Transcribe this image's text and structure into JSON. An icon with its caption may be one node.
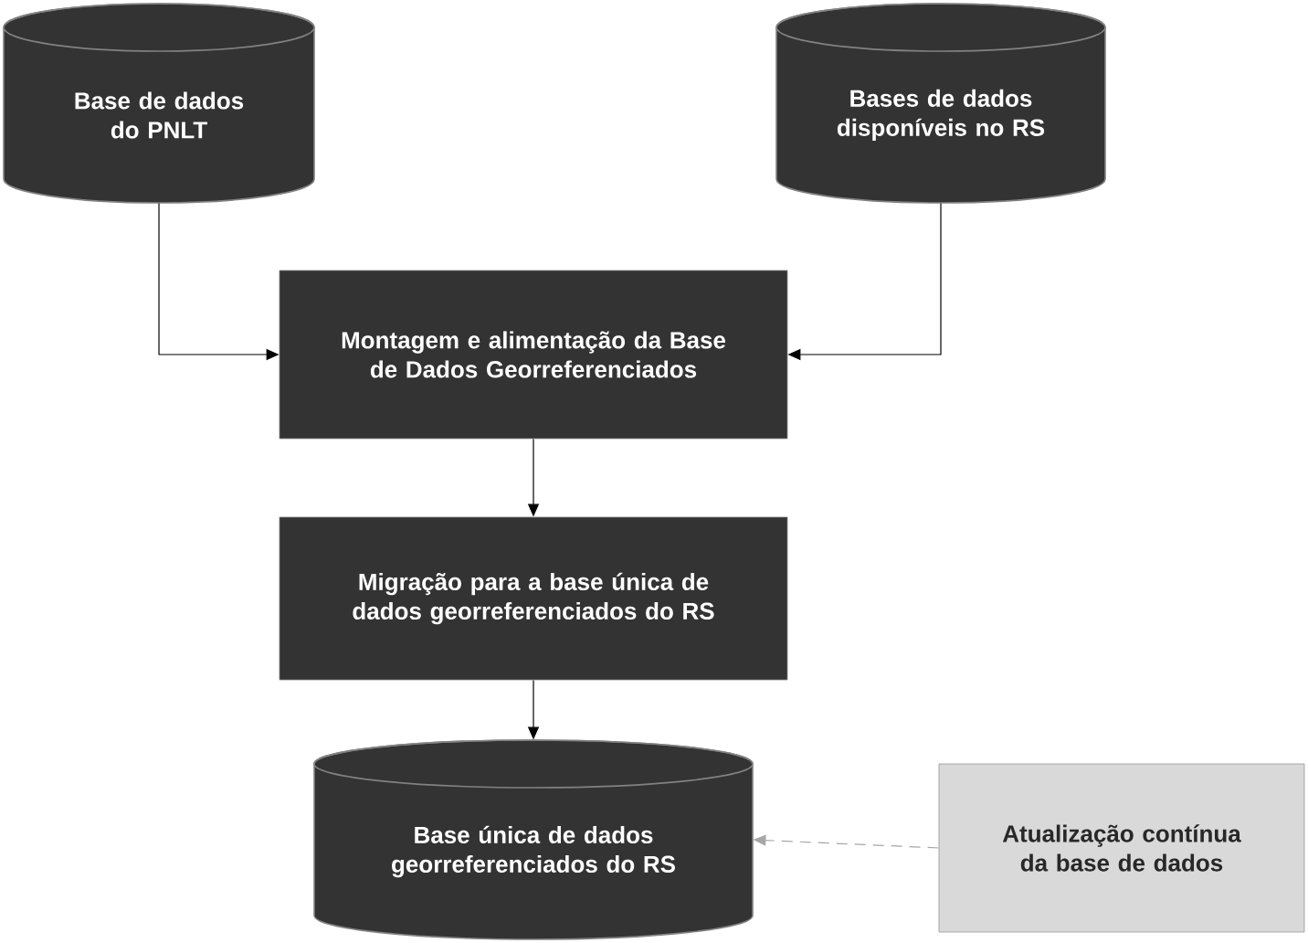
{
  "diagram": {
    "nodes": [
      {
        "text": [
          "Base de dados do PNLT"
        ]
      },
      {
        "text": [
          "Bases de dados disponíveis no RS"
        ]
      },
      {
        "text": [
          "Montagem e alimentação da Base de Dados Georreferenciados"
        ]
      },
      {
        "text": [
          "Migração para a base única de dados georreferenciados do RS"
        ]
      },
      {
        "text": [
          "Base única de dados georreferenciados do RS"
        ]
      },
      {
        "text": [
          "Atualização contínua da base de dados"
        ]
      }
    ],
    "edges": [
      {
        "from": 0,
        "to": 2,
        "arrow": "to"
      },
      {
        "from": 1,
        "to": 2,
        "arrow": "to"
      },
      {
        "from": 2,
        "to": 3,
        "arrow": "to"
      },
      {
        "from": 3,
        "to": 4,
        "arrow": "to"
      },
      {
        "from": 5,
        "to": 4,
        "arrow": "to",
        "style": "dashed",
        "color": "#a6a6a6"
      }
    ]
  }
}
